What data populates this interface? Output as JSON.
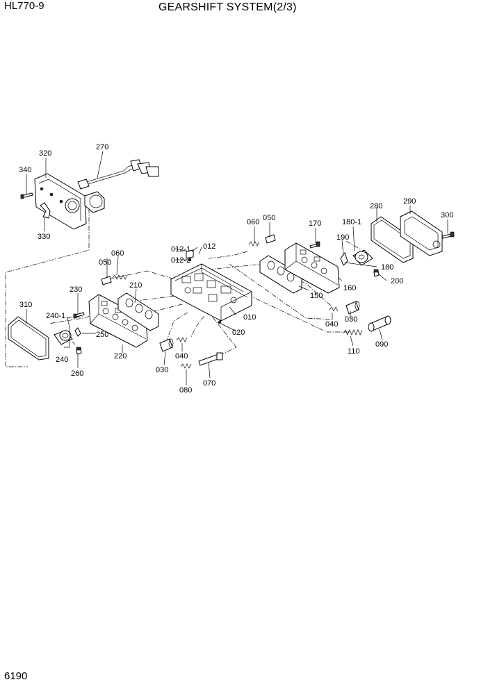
{
  "header": {
    "model": "HL770-9",
    "title": "GEARSHIFT SYSTEM(2/3)"
  },
  "footer": {
    "page_number": "6190"
  },
  "parts": {
    "p010": "010",
    "p012": "012",
    "p012_1": "012-1",
    "p012_2": "012-2",
    "p020": "020",
    "p030_a": "030",
    "p030_b": "030",
    "p040_a": "040",
    "p040_b": "040",
    "p050_a": "050",
    "p050_b": "050",
    "p060_a": "060",
    "p060_b": "060",
    "p070": "070",
    "p080": "080",
    "p090": "090",
    "p110": "110",
    "p150": "150",
    "p160": "160",
    "p170": "170",
    "p180": "180",
    "p180_1": "180-1",
    "p190": "190",
    "p200": "200",
    "p210": "210",
    "p220": "220",
    "p230": "230",
    "p240": "240",
    "p240_1": "240-1",
    "p250": "250",
    "p260": "260",
    "p270": "270",
    "p280": "280",
    "p290": "290",
    "p300": "300",
    "p310": "310",
    "p320": "320",
    "p330": "330",
    "p340": "340"
  }
}
